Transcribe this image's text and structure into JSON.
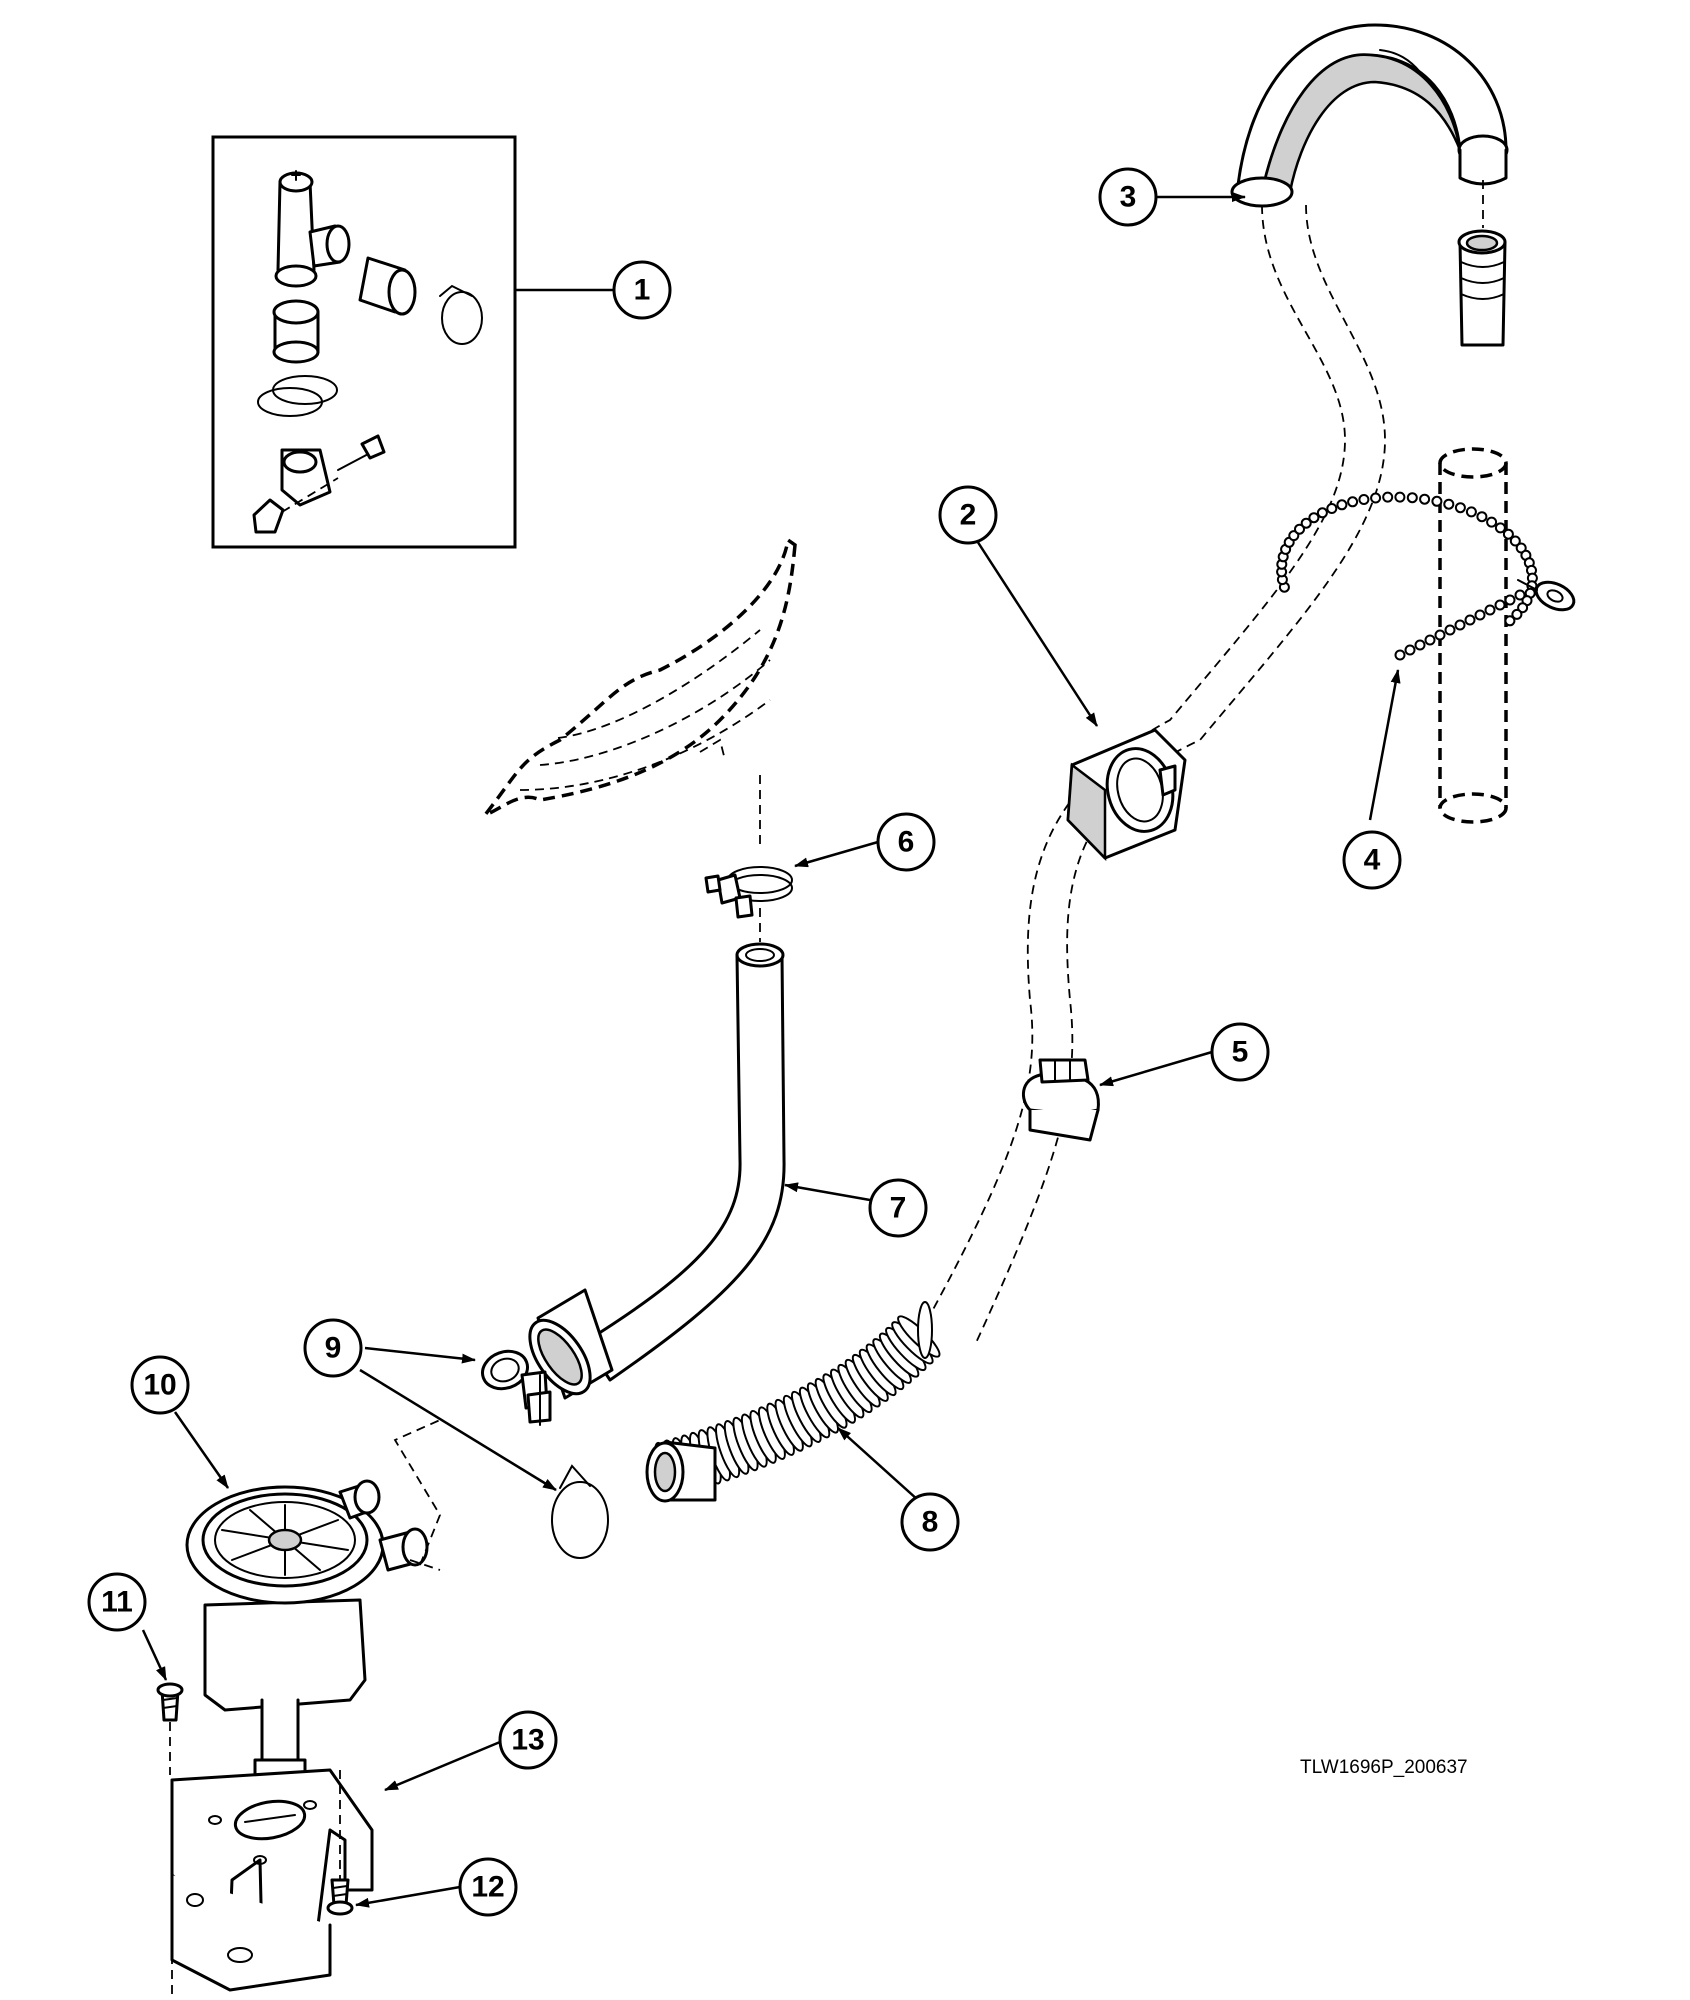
{
  "drawing": {
    "reference_code": "TLW1696P_200637"
  },
  "callouts": [
    {
      "id": "1",
      "label": "1"
    },
    {
      "id": "2",
      "label": "2"
    },
    {
      "id": "3",
      "label": "3"
    },
    {
      "id": "4",
      "label": "4"
    },
    {
      "id": "5",
      "label": "5"
    },
    {
      "id": "6",
      "label": "6"
    },
    {
      "id": "7",
      "label": "7"
    },
    {
      "id": "8",
      "label": "8"
    },
    {
      "id": "9",
      "label": "9"
    },
    {
      "id": "10",
      "label": "10"
    },
    {
      "id": "11",
      "label": "11"
    },
    {
      "id": "12",
      "label": "12"
    },
    {
      "id": "13",
      "label": "13"
    }
  ]
}
